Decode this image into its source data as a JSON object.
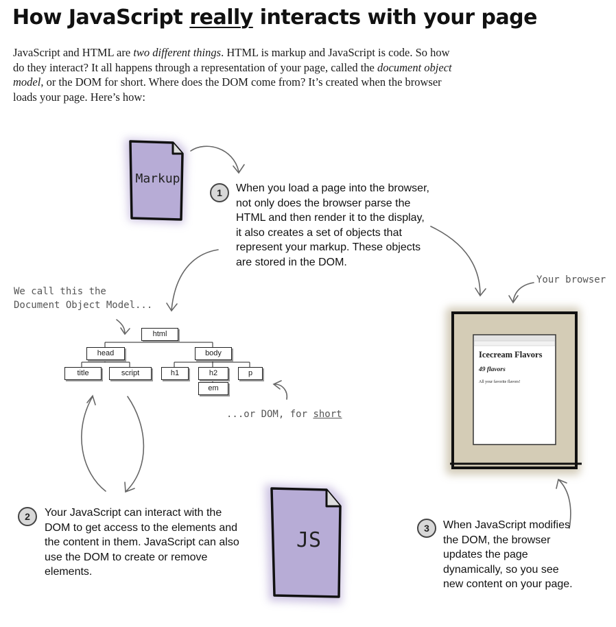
{
  "title": {
    "pre": "How JavaScript ",
    "underlined": "really",
    "post": " interacts with your page"
  },
  "intro": {
    "p1": "JavaScript and HTML are ",
    "i1": "two different things",
    "p2": ". HTML is markup and JavaScript is code. So how do they interact? It all happens through a representation of your page, called the ",
    "i2": "document object model",
    "p3": ", or the DOM for short. Where does the DOM come from? It’s created when the browser loads your page. Here’s how:"
  },
  "markup_label": "Markup",
  "js_label": "JS",
  "steps": [
    {
      "num": "1",
      "text": "When you load a page into the browser, not only does the browser parse the HTML and then render it to the display, it also creates a set of objects that represent your markup. These objects are stored in the DOM."
    },
    {
      "num": "2",
      "text": "Your JavaScript can interact with the DOM to get access to the elements and the content in them. JavaScript can also use the DOM to create or remove elements."
    },
    {
      "num": "3",
      "text": "When JavaScript modifies the DOM, the browser updates the page dynamically, so you see new content on your page."
    }
  ],
  "annotations": {
    "dom_line1": "We call this the",
    "dom_line2": "Document Object Model...",
    "dom_short_pre": "...or DOM, for ",
    "dom_short_u": "short",
    "your_browser": "Your browser"
  },
  "tree": [
    "html",
    "head",
    "body",
    "title",
    "script",
    "h1",
    "h2",
    "p",
    "em"
  ],
  "browser_page": {
    "heading": "Icecream Flavors",
    "subheading": "49 flavors",
    "body": "All your favorite flavors!"
  }
}
